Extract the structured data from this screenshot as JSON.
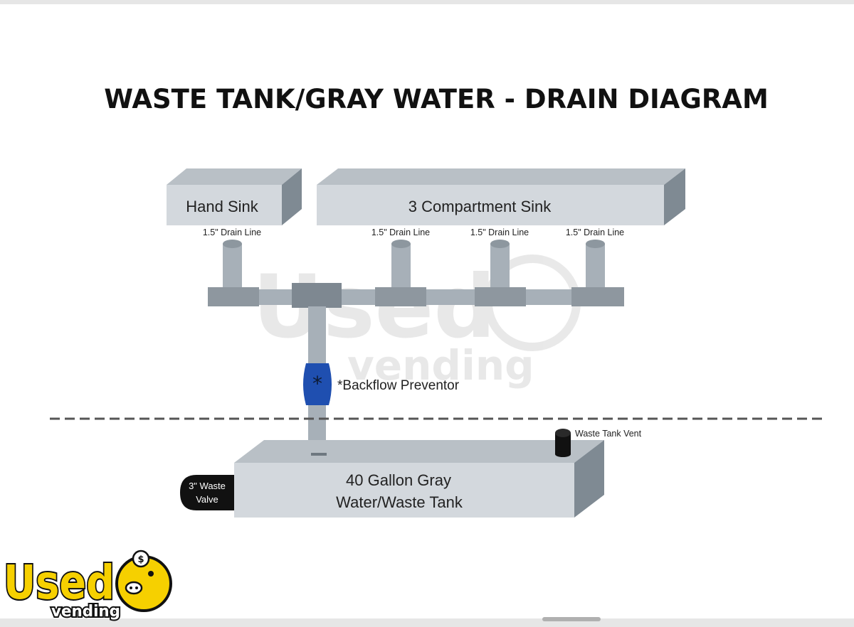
{
  "title": "WASTE TANK/GRAY WATER - DRAIN DIAGRAM",
  "sinks": {
    "hand_sink": "Hand Sink",
    "three_compartment_sink": "3 Compartment Sink"
  },
  "drain_lines": [
    "1.5\" Drain Line",
    "1.5\" Drain Line",
    "1.5\" Drain Line",
    "1.5\" Drain Line"
  ],
  "backflow": {
    "symbol": "*",
    "label": "*Backflow Preventor",
    "color": "#1f4fb0"
  },
  "tank": {
    "line1": "40 Gallon Gray",
    "line2": "Water/Waste Tank"
  },
  "waste_tank_vent": "Waste Tank Vent",
  "waste_valve": {
    "line1": "3\" Waste",
    "line2": "Valve"
  },
  "watermark": {
    "word1": "Used",
    "word2": "vending"
  },
  "logo": {
    "word1": "Used",
    "word2": "vending",
    "dollar": "$"
  },
  "colors": {
    "pipe": "#a7b0b8",
    "pipe_dark": "#7e8891",
    "box_front": "#d3d8dd",
    "box_top": "#b9c0c6",
    "box_side": "#7f8a93",
    "logo_yellow": "#f6d000"
  }
}
